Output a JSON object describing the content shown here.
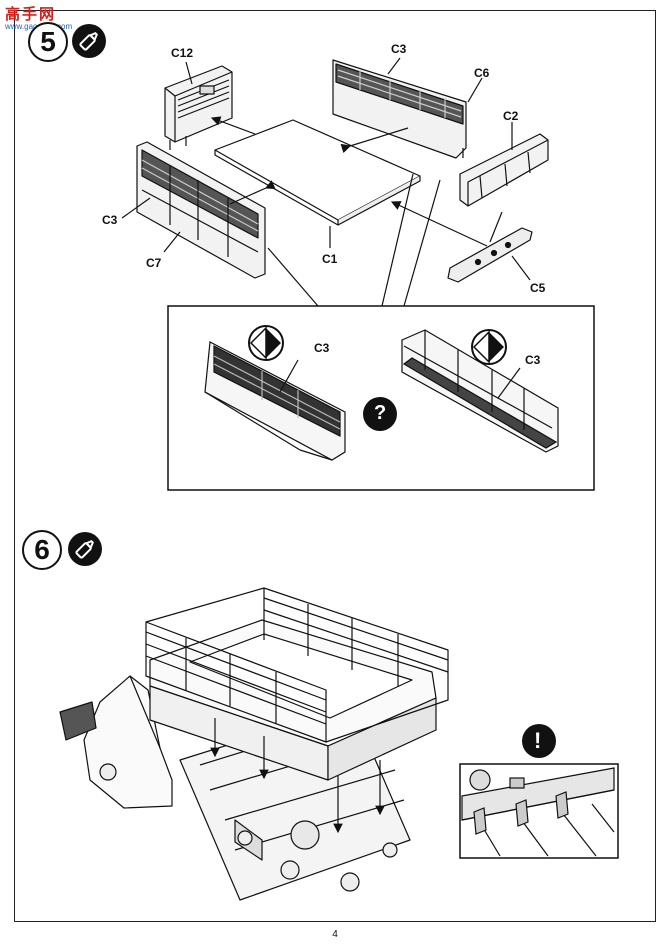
{
  "watermark": {
    "site_name": "高手网",
    "site_url": "www.gaoshou.com"
  },
  "steps": [
    {
      "number": "5"
    },
    {
      "number": "6"
    }
  ],
  "parts": {
    "c12": "C12",
    "c3_top": "C3",
    "c6": "C6",
    "c2": "C2",
    "c3_left": "C3",
    "c7": "C7",
    "c1": "C1",
    "c5": "C5",
    "detail_c3_left": "C3",
    "detail_c3_right": "C3"
  },
  "symbols": {
    "question": "?",
    "attention": "!"
  },
  "page": {
    "number": "4"
  }
}
